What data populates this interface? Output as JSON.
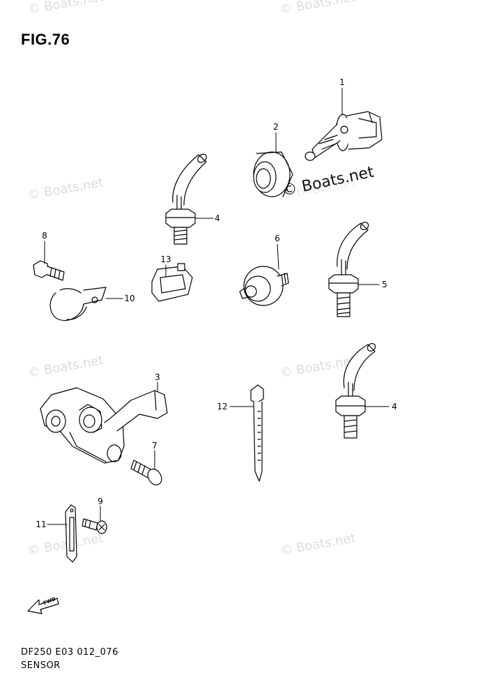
{
  "figure": {
    "title": "FIG.76",
    "code": "DF250 E03 012_076",
    "section": "SENSOR"
  },
  "watermarks": {
    "light": [
      "© Boats.net",
      "© Boats.net",
      "© Boats.net",
      "© Boats.net",
      "© Boats.net",
      "© Boats.net",
      "© Boats.net",
      "© Boats.net"
    ],
    "dark": "© Boats.net"
  },
  "callouts": {
    "p1": "1",
    "p2": "2",
    "p3": "3",
    "p4a": "4",
    "p4b": "4",
    "p5": "5",
    "p6": "6",
    "p7": "7",
    "p8": "8",
    "p9": "9",
    "p10": "10",
    "p11": "11",
    "p12": "12",
    "p13": "13"
  },
  "fwd_label": "FWD",
  "colors": {
    "line": "#000000",
    "watermark": "#dcdcdc"
  }
}
